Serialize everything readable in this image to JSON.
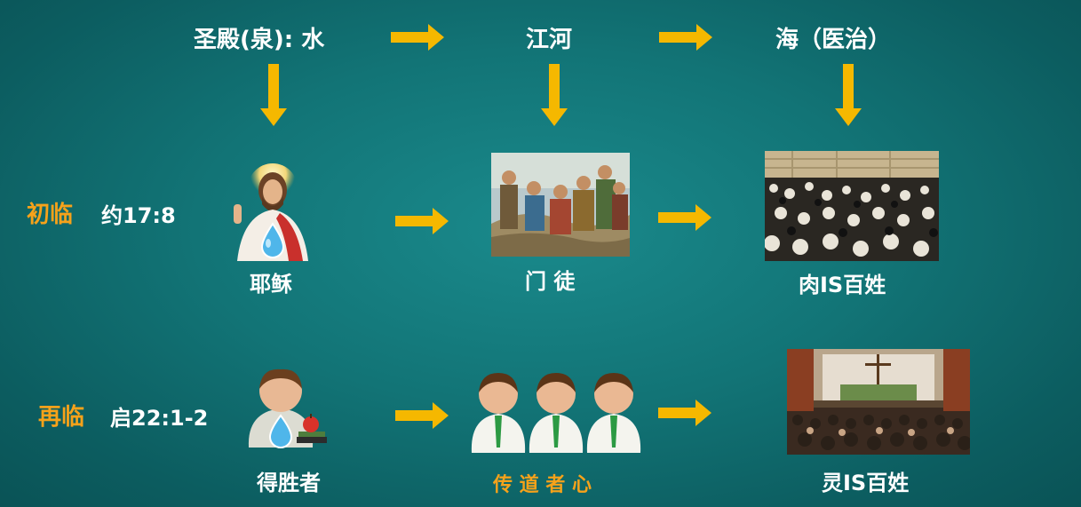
{
  "top": {
    "source": "圣殿(泉): 水",
    "river": "江河",
    "sea": "海（医治）"
  },
  "row1": {
    "label": "初临",
    "verse": "约17:8",
    "item1": "耶稣",
    "item2": "门 徒",
    "item3": "肉IS百姓"
  },
  "row2": {
    "label": "再临",
    "verse": "启22:1-2",
    "item1": "得胜者",
    "item2": "传 道 者 心",
    "item3": "灵IS百姓"
  },
  "colors": {
    "accent_orange": "#f6a21a",
    "arrow_yellow": "#f5b800",
    "background": "#127476",
    "text": "#ffffff"
  }
}
